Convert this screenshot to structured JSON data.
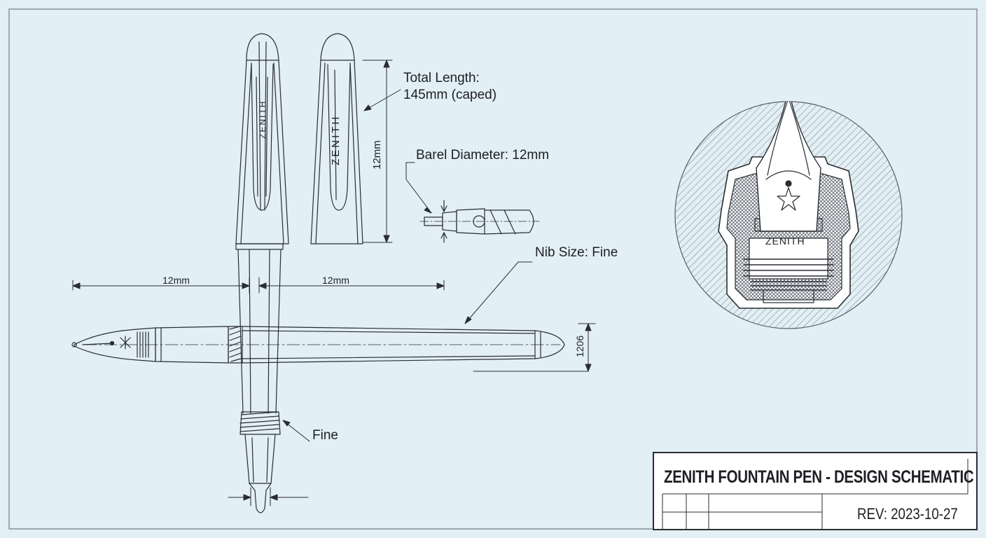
{
  "labels": {
    "total_length_line1": "Total Length:",
    "total_length_line2": "145mm (caped)",
    "cap_height_dim": "12mm",
    "barrel_diameter": "Barel Diameter: 12mm",
    "nib_size": "Nib Size: Fine",
    "dim_left": "12mm",
    "dim_right": "12mm",
    "end_dim": "1206",
    "fine": "Fine",
    "brand_mark": "ZENITH"
  },
  "title_block": {
    "title": "ZENITH FOUNTAIN PEN - DESIGN SCHEMATIC",
    "revision": "REV: 2023-10-27"
  },
  "colors": {
    "paper": "#e2eff4",
    "ink": "#2a2d33",
    "frame": "#8a8f96"
  }
}
